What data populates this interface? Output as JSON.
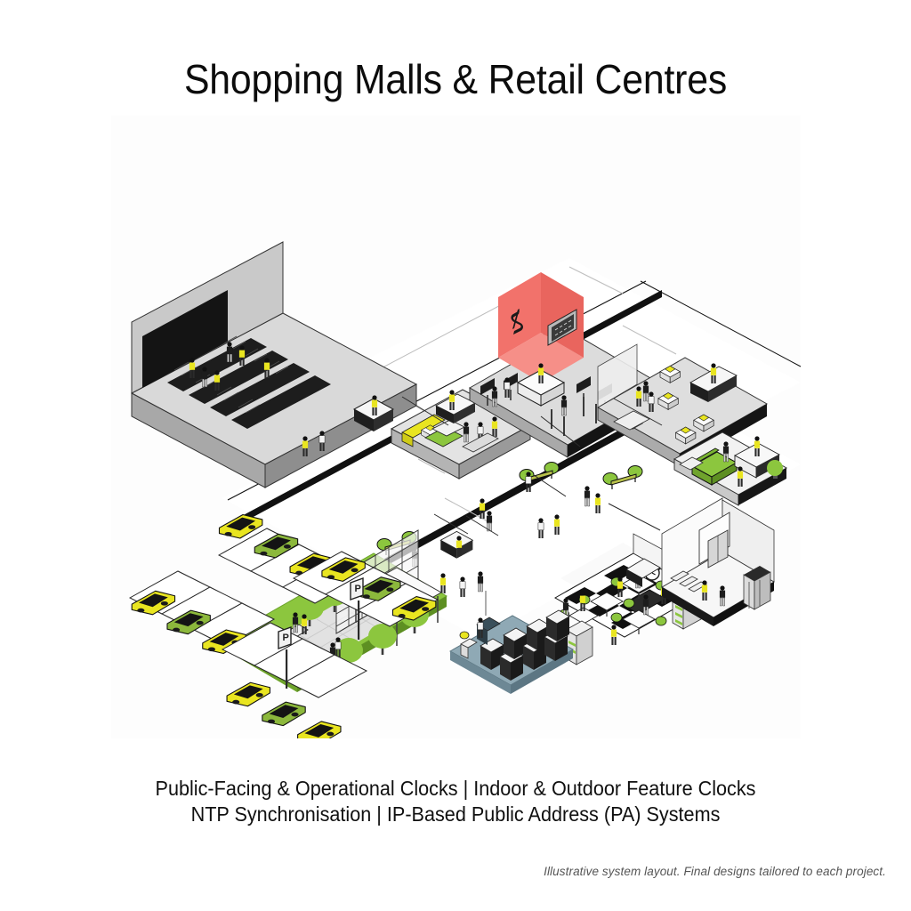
{
  "page": {
    "title": "Shopping Malls & Retail Centres",
    "background_color": "#ffffff"
  },
  "caption": {
    "line1": "Public-Facing & Operational Clocks | Indoor & Outdoor Feature Clocks",
    "line2": "NTP Synchronisation | IP-Based Public Address (PA) Systems"
  },
  "disclaimer": {
    "text": "Illustrative system layout. Final designs tailored to each project."
  },
  "palette": {
    "accent_yellow": "#E9E520",
    "accent_green": "#8CC63E",
    "feature_red": "#F2726B",
    "server_blue": "#8FA9B5",
    "line_black": "#111111",
    "floor_grey": "#D8D8D8",
    "floor_light": "#EFEFEF",
    "wall_grey": "#BDBDBD",
    "dark_panel": "#1A1A1A",
    "text_grey": "#555555"
  },
  "illustration": {
    "name": "isometric-shopping-mall-system-layout",
    "zones": [
      {
        "id": "supermarket",
        "label": "Supermarket checkouts"
      },
      {
        "id": "convenience-store",
        "label": "Convenience store"
      },
      {
        "id": "feature-atrium",
        "label": "Feature atrium with branded red facade and digital display"
      },
      {
        "id": "retail-unit-north",
        "label": "Retail unit with product plinths"
      },
      {
        "id": "lounge-reception",
        "label": "Lounge and reception area"
      },
      {
        "id": "concourse",
        "label": "Central mall concourse"
      },
      {
        "id": "garden-plaza",
        "label": "Landscaped entrance plaza"
      },
      {
        "id": "food-court",
        "label": "Food court with checkerboard floor and wall clock"
      },
      {
        "id": "lift-lobby",
        "label": "Lift lobby and waiting seats"
      },
      {
        "id": "server-room",
        "label": "Server / comms room"
      },
      {
        "id": "car-park",
        "label": "Surface car park"
      }
    ],
    "counts": {
      "car_park_bays": 12,
      "parking_signs": 2,
      "wall_clocks": 1,
      "server_racks": 7
    }
  }
}
